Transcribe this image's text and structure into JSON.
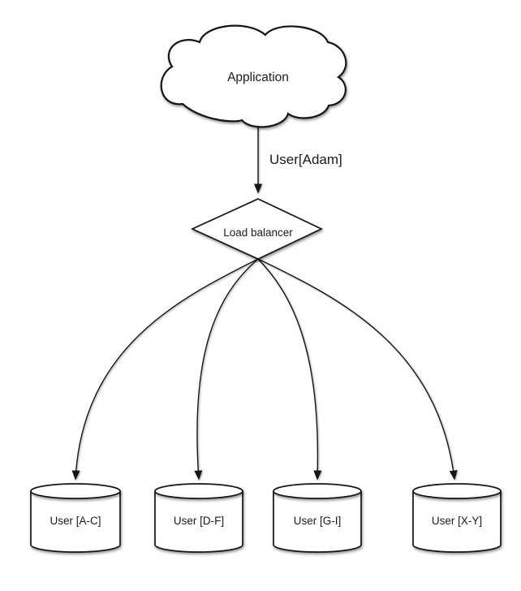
{
  "diagram": {
    "application": {
      "label": "Application"
    },
    "request": {
      "label": "User[Adam]"
    },
    "load_balancer": {
      "label": "Load balancer"
    },
    "shards": [
      {
        "label": "User [A-C]"
      },
      {
        "label": "User [D-F]"
      },
      {
        "label": "User [G-I]"
      },
      {
        "label": "User [X-Y]"
      }
    ],
    "colors": {
      "stroke": "#161616",
      "shape_fill": "#ffffff",
      "background": "#ffffff"
    }
  }
}
